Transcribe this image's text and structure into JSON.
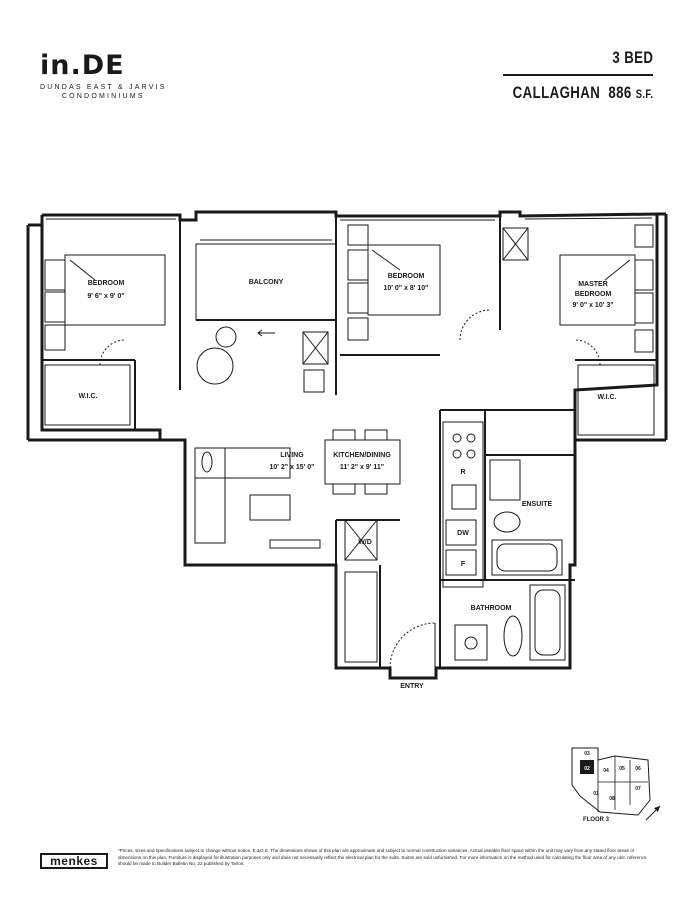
{
  "brand": {
    "logo": "in.DE",
    "subtitle_line1": "DUNDAS EAST & JARVIS",
    "subtitle_line2": "CONDOMINIUMS"
  },
  "unit": {
    "beds": "3 BED",
    "name": "CALLAGHAN",
    "area": "886",
    "area_unit": "S.F."
  },
  "rooms": {
    "bedroom_left": {
      "name": "BEDROOM",
      "dims": "9' 6\" x 9' 0\""
    },
    "balcony": {
      "name": "BALCONY"
    },
    "bedroom_mid": {
      "name": "BEDROOM",
      "dims": "10' 0\" x 8' 10\""
    },
    "master": {
      "name_line1": "MASTER",
      "name_line2": "BEDROOM",
      "dims": "9' 0\" x 10' 3\""
    },
    "wic_left": {
      "name": "W.I.C."
    },
    "wic_right": {
      "name": "W.I.C."
    },
    "living": {
      "name": "LIVING",
      "dims": "10' 2\" x 15' 0\""
    },
    "kitchen": {
      "name": "KITCHEN/DINING",
      "dims": "11' 2\" x 9' 11\""
    },
    "ensuite": {
      "name": "ENSUITE"
    },
    "wd": {
      "name": "W/D"
    },
    "bathroom": {
      "name": "BATHROOM"
    },
    "entry": {
      "name": "ENTRY"
    }
  },
  "appliances": {
    "refrigerator": "R",
    "dishwasher": "DW",
    "freezer": "F"
  },
  "keyplan": {
    "caption": "FLOOR 3",
    "units": [
      "01",
      "02",
      "03",
      "04",
      "05",
      "06",
      "07",
      "08"
    ]
  },
  "footer": {
    "developer_logo": "menkes",
    "disclaimer": "*Prices, sizes and specifications subject to change without notice. E.&O.E. The dimensions shown of this plan are approximate and subject to normal construction variances. Actual useable floor space within the unit may vary from any stated floor areas or dimensions on this plan. Furniture is displayed for illustration purposes only and does not necessarily reflect the electrical plan for the suite. Suites are sold unfurnished. For more information on the method used for calculating the floor area of any unit, reference should be made to Builder Bulletin No. 22 published by Tarion."
  }
}
